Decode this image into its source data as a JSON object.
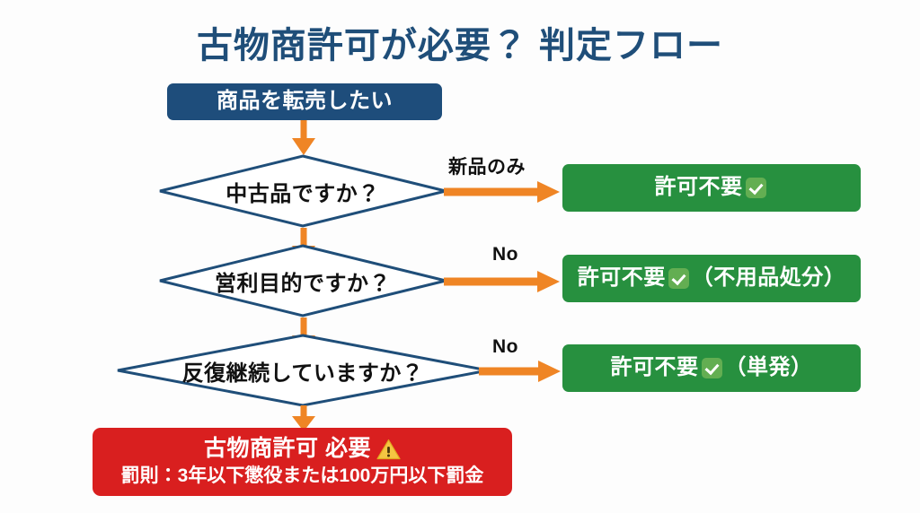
{
  "page": {
    "title": "古物商許可が必要？ 判定フロー",
    "background": "#fdfdfd"
  },
  "colors": {
    "navy": "#1e4d7b",
    "green": "#27903f",
    "red": "#d91f1f",
    "orange": "#ef8525",
    "title_text": "#1f4e79",
    "diamond_stroke": "#1f4e79",
    "body_text": "#111111",
    "check_badge": "#63ae52",
    "warn_fill": "#f5c542"
  },
  "flow": {
    "start": {
      "label": "商品を転売したい"
    },
    "decisions": [
      {
        "id": "used-goods",
        "question": "中古品ですか？",
        "branch_label": "新品のみ",
        "outcome": {
          "text_before": "許可不要",
          "icon": "white-check-mark",
          "text_after": ""
        }
      },
      {
        "id": "for-profit",
        "question": "営利目的ですか？",
        "branch_label": "No",
        "outcome": {
          "text_before": "許可不要",
          "icon": "white-check-mark",
          "text_after": "（不用品処分）"
        }
      },
      {
        "id": "repeated-continuous",
        "question": "反復継続していますか？",
        "branch_label": "No",
        "outcome": {
          "text_before": "許可不要",
          "icon": "white-check-mark",
          "text_after": "（単発）"
        }
      }
    ],
    "result": {
      "headline": "古物商許可 必要",
      "headline_icon": "warning-sign",
      "penalty": "罰則：3年以下懲役または100万円以下罰金"
    }
  }
}
